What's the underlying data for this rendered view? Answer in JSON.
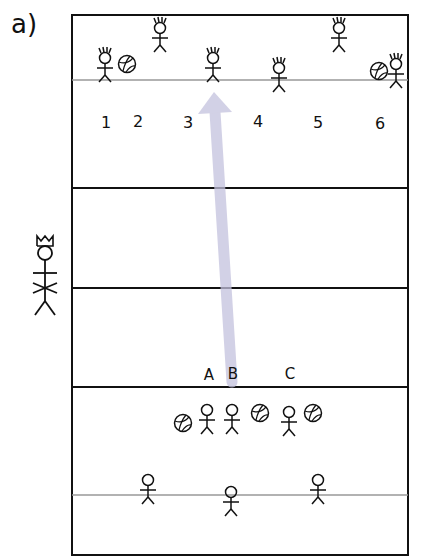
{
  "diagram": {
    "labels": [
      "a)",
      "1",
      "2",
      "3",
      "4",
      "5",
      "6",
      "A",
      "B",
      "C"
    ]
  }
}
